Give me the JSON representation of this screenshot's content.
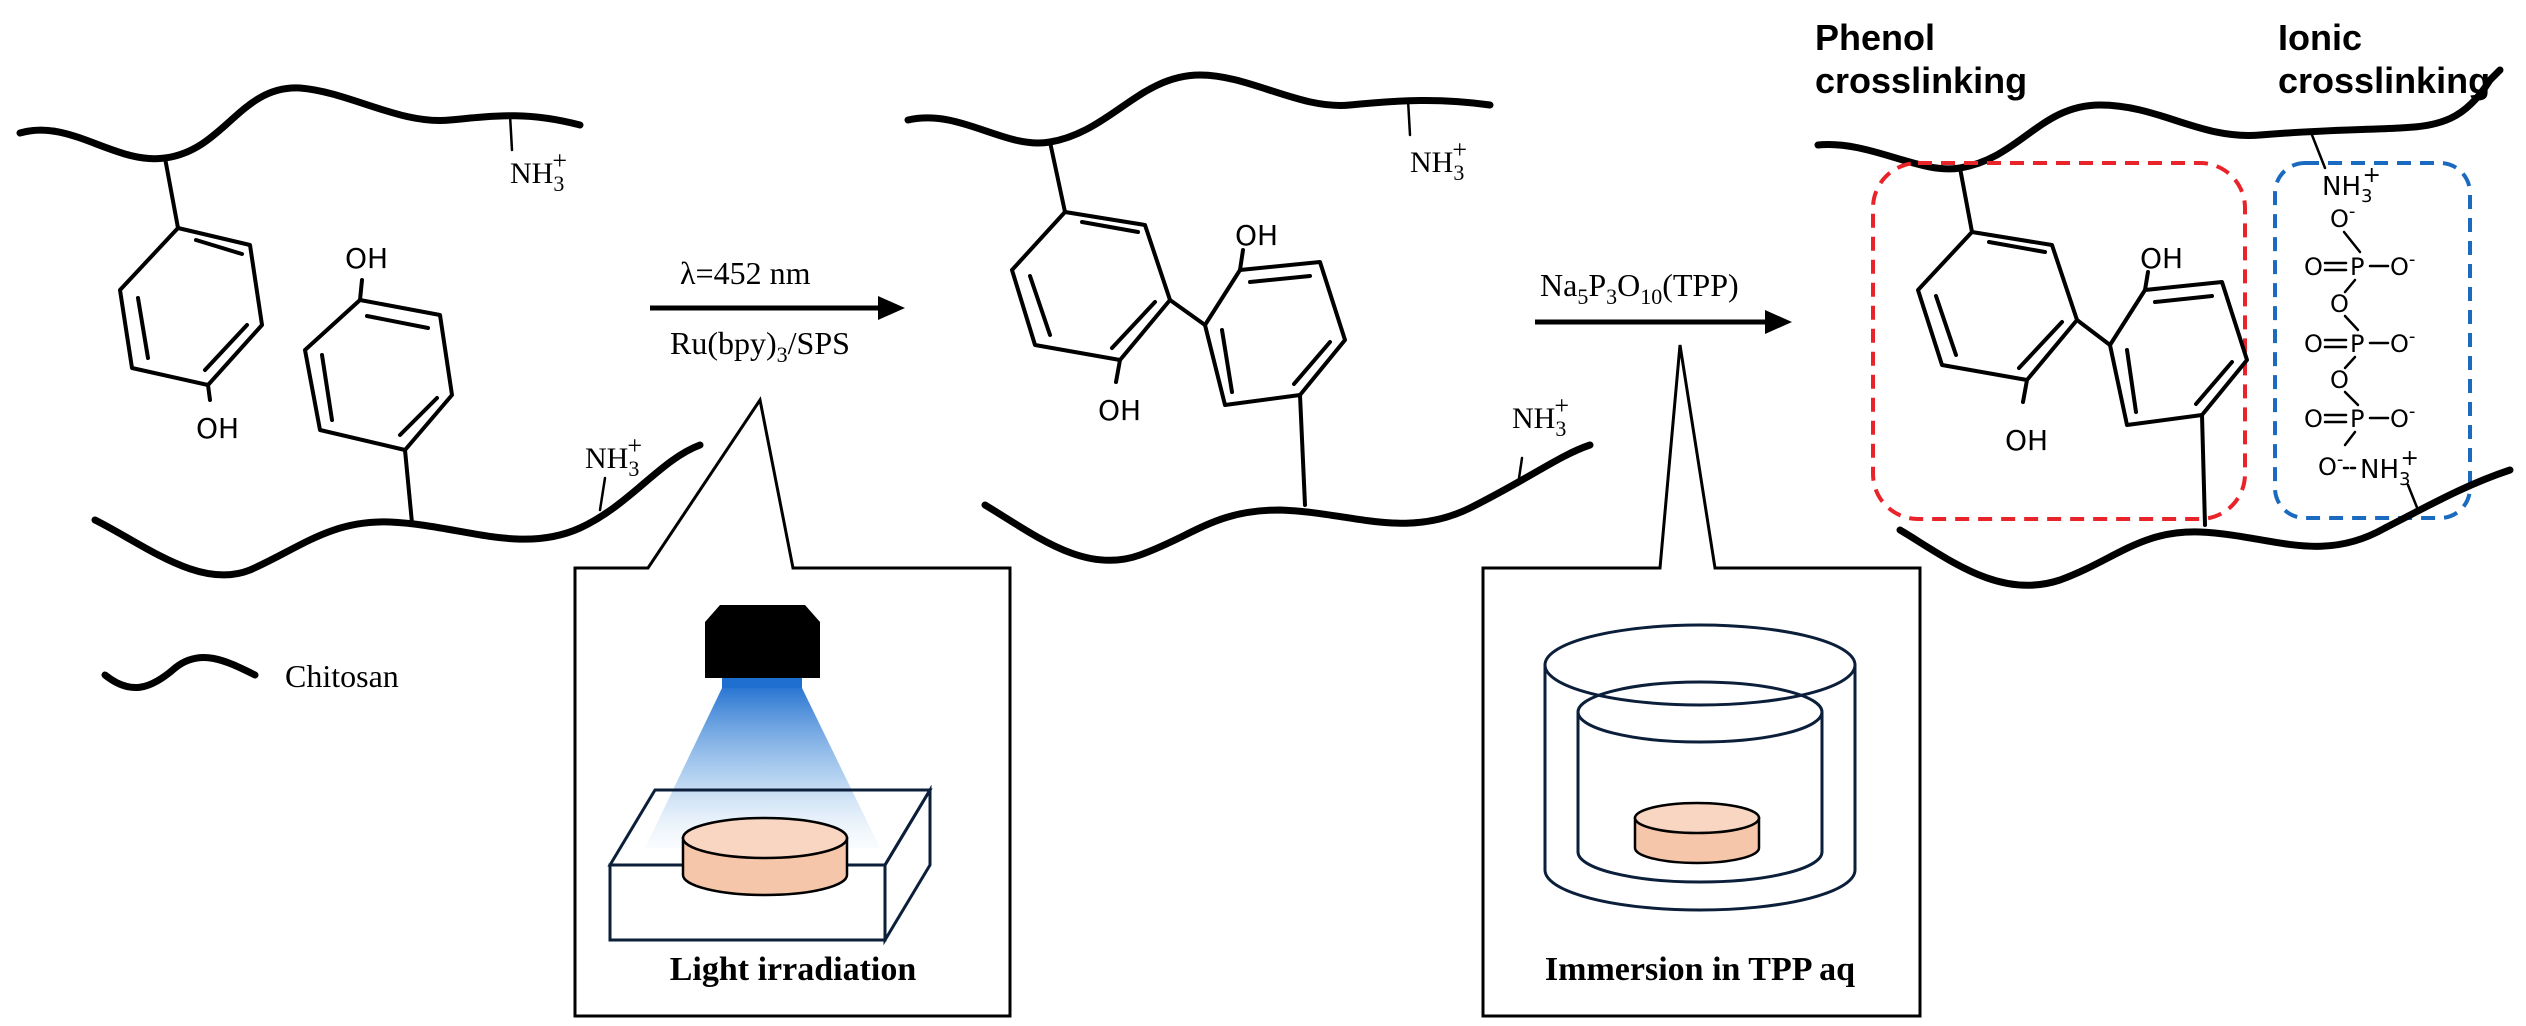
{
  "labels": {
    "nh3": "NH",
    "nh3_sub": "3",
    "nh3_sup": "+",
    "oh": "OH",
    "o": "O",
    "o_minus": "O",
    "minus": "-",
    "p": "P",
    "chitosan": "Chitosan"
  },
  "step1": {
    "reagent_top": "λ=452 nm",
    "reagent_bottom_a": "Ru(bpy)",
    "reagent_bottom_sub": "3",
    "reagent_bottom_slash": "/",
    "reagent_bottom_b": "SPS",
    "box_caption": "Light irradiation"
  },
  "step2": {
    "na": "Na",
    "na_sub": "5",
    "p": "P",
    "p_sub": "3",
    "o": "O",
    "o_sub": "10",
    "tpp": "(TPP)",
    "box_caption": "Immersion in TPP aq"
  },
  "headers": {
    "phenol_line1": "Phenol",
    "phenol_line2": "crosslinking",
    "ionic_line1": "Ionic",
    "ionic_line2": "crosslinking"
  },
  "colors": {
    "phenol_box": "#e8242a",
    "ionic_box": "#1a6bbf",
    "gel_disk": "#f6c6aa",
    "light_beam": "#2d7fd3",
    "lamp": "#000000"
  }
}
